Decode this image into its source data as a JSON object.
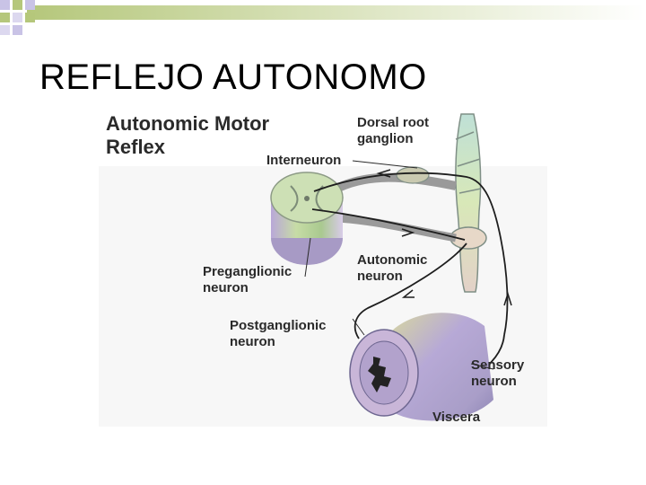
{
  "slide": {
    "title": "REFLEJO AUTONOMO"
  },
  "figure": {
    "title_line1": "Autonomic Motor",
    "title_line2": "Reflex",
    "labels": {
      "dorsal_root_1": "Dorsal root",
      "dorsal_root_2": "ganglion",
      "interneuron": "Interneuron",
      "autonomic_1": "Autonomic",
      "autonomic_2": "neuron",
      "preganglionic_1": "Preganglionic",
      "preganglionic_2": "neuron",
      "postganglionic_1": "Postganglionic",
      "postganglionic_2": "neuron",
      "sensory_1": "Sensory",
      "sensory_2": "neuron",
      "viscera": "Viscera"
    }
  },
  "colors": {
    "accent_green": "#b5c77b",
    "accent_purple": "#c9c3e6"
  }
}
